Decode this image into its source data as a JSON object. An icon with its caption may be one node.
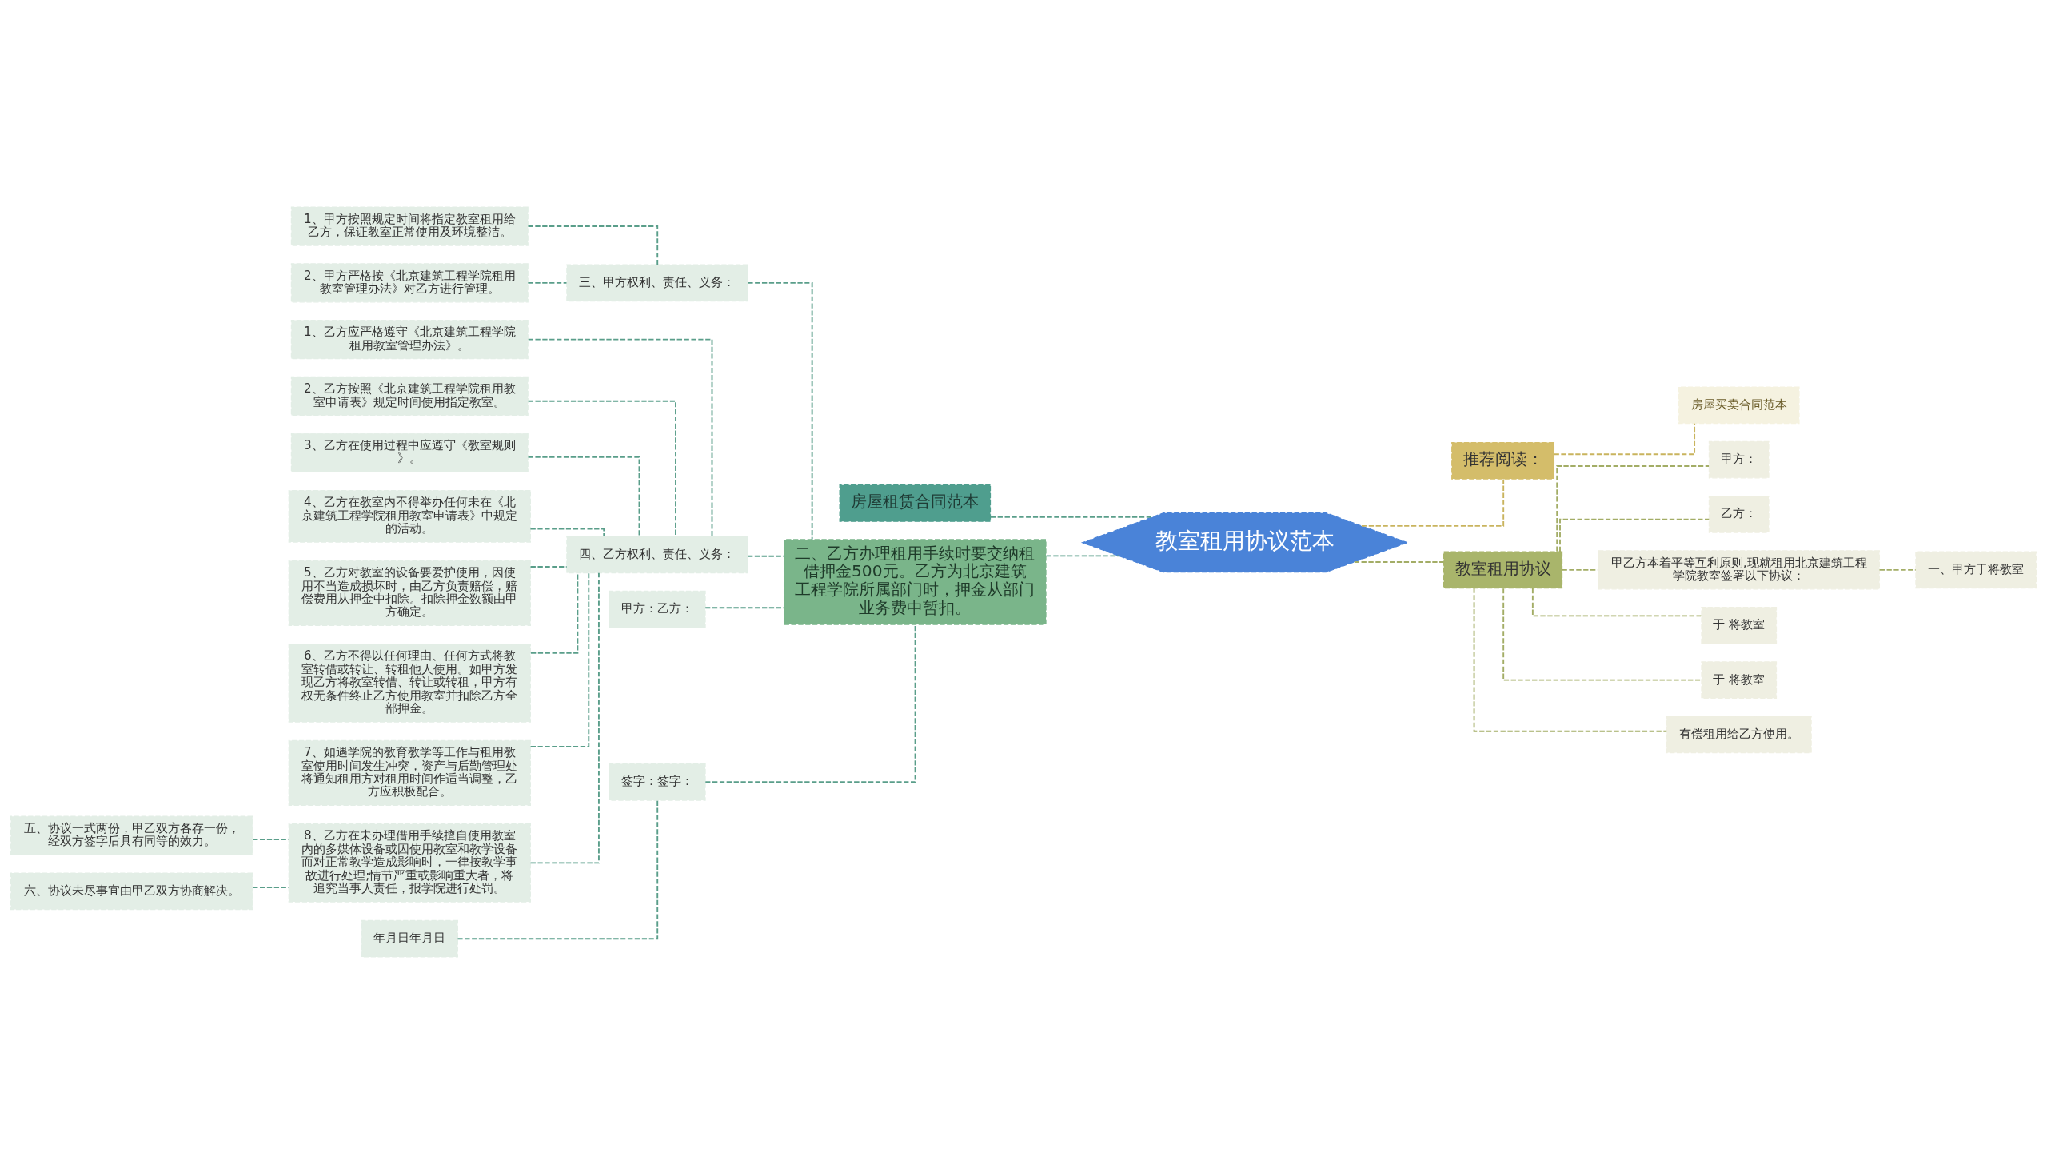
{
  "diagram": {
    "nodes": [
      {
        "text": [
          "教室租用协议范本"
        ]
      },
      {
        "text": [
          "房屋租赁合同范本"
        ]
      },
      {
        "text": [
          "二、乙方办理租用手续时要交纳租借押金500元。乙方为北京建筑工程学院所属部门时，押金从部门业务费中暂扣。"
        ]
      },
      {
        "text": [
          "三、甲方权利、责任、义务："
        ]
      },
      {
        "text": [
          "1、甲方按照规定时间将指定教室租用给乙方，保证教室正常使用及环境整洁。"
        ]
      },
      {
        "text": [
          "2、甲方严格按《北京建筑工程学院租用教室管理办法》对乙方进行管理。"
        ]
      },
      {
        "text": [
          "四、乙方权利、责任、义务："
        ]
      },
      {
        "text": [
          "1、乙方应严格遵守《北京建筑工程学院租用教室管理办法》。"
        ]
      },
      {
        "text": [
          "2、乙方按照《北京建筑工程学院租用教室申请表》规定时间使用指定教室。"
        ]
      },
      {
        "text": [
          "3、乙方在使用过程中应遵守《教室规则》。"
        ]
      },
      {
        "text": [
          "4、乙方在教室内不得举办任何未在《北京建筑工程学院租用教室申请表》中规定的活动。"
        ]
      },
      {
        "text": [
          "5、乙方对教室的设备要爱护使用，因使用不当造成损坏时，由乙方负责赔偿，赔偿费用从押金中扣除。扣除押金数额由甲方确定。"
        ]
      },
      {
        "text": [
          "6、乙方不得以任何理由、任何方式将教室转借或转让、转租他人使用。如甲方发现乙方将教室转借、转让或转租，甲方有权无条件终止乙方使用教室并扣除乙方全部押金。"
        ]
      },
      {
        "text": [
          "7、如遇学院的教育教学等工作与租用教室使用时间发生冲突，资产与后勤管理处将通知租用方对租用时间作适当调整，乙方应积极配合。"
        ]
      },
      {
        "text": [
          "8、乙方在未办理借用手续擅自使用教室内的多媒体设备或因使用教室和教学设备而对正常教学造成影响时，一律按教学事故进行处理;情节严重或影响重大者，将追究当事人责任，报学院进行处罚。"
        ]
      },
      {
        "text": [
          "五、协议一式两份，甲乙双方各存一份，经双方签字后具有同等的效力。"
        ]
      },
      {
        "text": [
          "六、协议未尽事宜由甲乙双方协商解决。"
        ]
      },
      {
        "text": [
          "甲方：乙方："
        ]
      },
      {
        "text": [
          "签字：签字："
        ]
      },
      {
        "text": [
          "年月日年月日"
        ]
      },
      {
        "text": [
          "推荐阅读："
        ]
      },
      {
        "text": [
          "房屋买卖合同范本"
        ]
      },
      {
        "text": [
          "教室租用协议"
        ]
      },
      {
        "text": [
          "甲方："
        ]
      },
      {
        "text": [
          "乙方："
        ]
      },
      {
        "text": [
          "甲乙方本着平等互利原则,现就租用北京建筑工程学院教室签署以下协议："
        ]
      },
      {
        "text": [
          "一、甲方于将教室"
        ]
      },
      {
        "text": [
          "于 将教室"
        ]
      },
      {
        "text": [
          "于 将教室"
        ]
      },
      {
        "text": [
          "有偿租用给乙方使用。"
        ]
      }
    ],
    "edges": [
      {
        "from": 0,
        "to": 1,
        "arrow": "none"
      },
      {
        "from": 0,
        "to": 2,
        "arrow": "none"
      },
      {
        "from": 2,
        "to": 3,
        "arrow": "none"
      },
      {
        "from": 3,
        "to": 4,
        "arrow": "none"
      },
      {
        "from": 3,
        "to": 5,
        "arrow": "none"
      },
      {
        "from": 2,
        "to": 6,
        "arrow": "none"
      },
      {
        "from": 6,
        "to": 7,
        "arrow": "none"
      },
      {
        "from": 6,
        "to": 8,
        "arrow": "none"
      },
      {
        "from": 6,
        "to": 9,
        "arrow": "none"
      },
      {
        "from": 6,
        "to": 10,
        "arrow": "none"
      },
      {
        "from": 6,
        "to": 11,
        "arrow": "none"
      },
      {
        "from": 6,
        "to": 12,
        "arrow": "none"
      },
      {
        "from": 6,
        "to": 13,
        "arrow": "none"
      },
      {
        "from": 6,
        "to": 14,
        "arrow": "none"
      },
      {
        "from": 14,
        "to": 15,
        "arrow": "none"
      },
      {
        "from": 14,
        "to": 16,
        "arrow": "none"
      },
      {
        "from": 2,
        "to": 17,
        "arrow": "none"
      },
      {
        "from": 2,
        "to": 18,
        "arrow": "none"
      },
      {
        "from": 18,
        "to": 19,
        "arrow": "none"
      },
      {
        "from": 0,
        "to": 20,
        "arrow": "none",
        "color": "#c9b45e"
      },
      {
        "from": 20,
        "to": 21,
        "arrow": "none",
        "color": "#c9b45e"
      },
      {
        "from": 0,
        "to": 22,
        "arrow": "none",
        "color": "#a3ad66"
      },
      {
        "from": 22,
        "to": 23,
        "arrow": "none",
        "color": "#a3ad66"
      },
      {
        "from": 22,
        "to": 24,
        "arrow": "none",
        "color": "#a3ad66"
      },
      {
        "from": 22,
        "to": 25,
        "arrow": "none",
        "color": "#a3ad66"
      },
      {
        "from": 25,
        "to": 26,
        "arrow": "none",
        "color": "#a3ad66"
      },
      {
        "from": 22,
        "to": 27,
        "arrow": "none",
        "color": "#a3ad66"
      },
      {
        "from": 22,
        "to": 28,
        "arrow": "none",
        "color": "#a3ad66"
      },
      {
        "from": 22,
        "to": 29,
        "arrow": "none",
        "color": "#a3ad66"
      }
    ]
  }
}
